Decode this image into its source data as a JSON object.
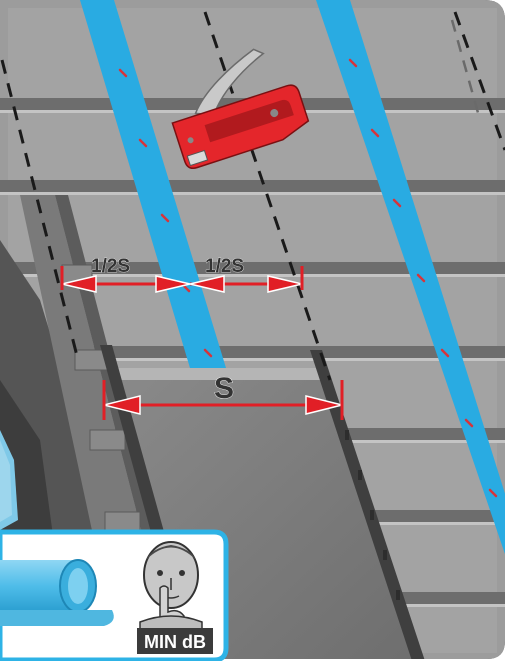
{
  "diagram": {
    "labels": {
      "half_left": "1/2S",
      "half_right": "1/2S",
      "full": "S"
    },
    "badge": {
      "text": "MIN dB"
    }
  },
  "colors": {
    "frame": "#5a5a5a",
    "roof": "#9a9a9a",
    "rail": "#4f4f4f",
    "tape": "#29abe2",
    "tape_tick": "#d6343b",
    "measure": "#e11f26",
    "stapler": "#e4262b",
    "insulation": "#5ec3ea",
    "panel_border": "#2eb3e6"
  },
  "icons": [
    "staple-gun-icon",
    "silence-person-icon",
    "insulation-roll-icon"
  ]
}
